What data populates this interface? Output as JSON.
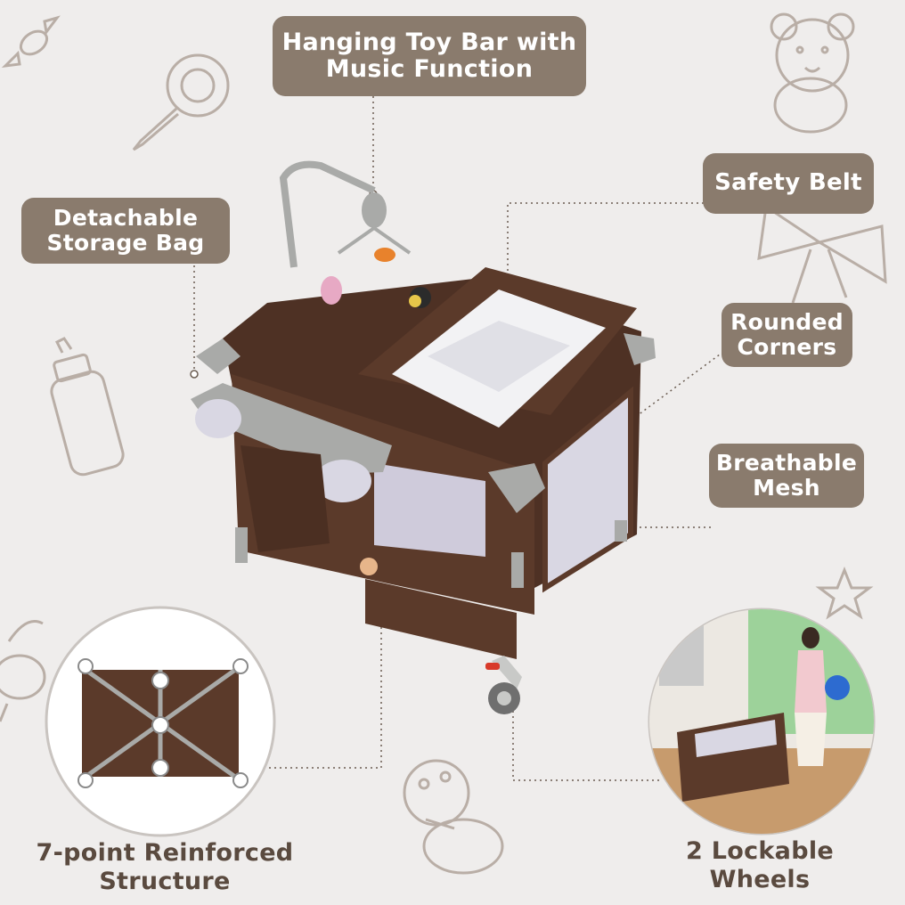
{
  "features": {
    "toy_bar": {
      "line1": "Hanging Toy Bar with",
      "line2": "Music Function"
    },
    "storage_bag": {
      "line1": "Detachable",
      "line2": "Storage Bag"
    },
    "safety_belt": {
      "line1": "Safety Belt"
    },
    "rounded_corners": {
      "line1": "Rounded",
      "line2": "Corners"
    },
    "breathable_mesh": {
      "line1": "Breathable",
      "line2": "Mesh"
    }
  },
  "captions": {
    "structure": {
      "line1": "7-point Reinforced",
      "line2": "Structure"
    },
    "wheels": {
      "line1": "2 Lockable",
      "line2": "Wheels"
    }
  },
  "colors": {
    "background": "#efedec",
    "label_fill": "#8a7b6d",
    "label_text": "#ffffff",
    "caption_text": "#5a4a3f",
    "crib_fabric": "#5b3a2a",
    "frame_gray": "#a9aaa8",
    "mesh": "#d9d7e3"
  },
  "icons": [
    "candy-sketch-icon",
    "rattle-sketch-icon",
    "teddy-bear-sketch-icon",
    "baby-bottle-sketch-icon",
    "bow-sketch-icon",
    "starfish-sketch-icon",
    "bunny-rattle-sketch-icon",
    "ring-rattle-sketch-icon"
  ]
}
